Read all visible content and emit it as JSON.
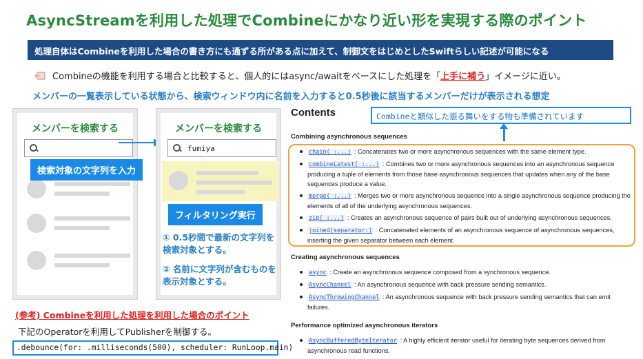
{
  "title": "AsyncStreamを利用した処理でCombineにかなり近い形を実現する際のポイント",
  "banner": "処理自体はCombineを利用した場合の書き方にも通ずる所がある点に加えて、制御文をはじめとしたSwiftらしい記述が可能になる",
  "note": {
    "before": "Combineの機能を利用する場合と比較すると、個人的にはasync/awaitをベースにした処理を「",
    "highlight": "上手に補う",
    "after": "」イメージに近い。"
  },
  "subnote": "メンバーの一覧表示している状態から、検索ウィンドウ内に名前を入力すると0.5秒後に該当するメンバーだけが表示される想定",
  "left_phone": {
    "title": "メンバーを検索する",
    "search_value": "",
    "label": "検索対象の文字列を入力"
  },
  "right_phone": {
    "title": "メンバーを検索する",
    "search_value": "fumiya",
    "label": "フィルタリング実行",
    "steps": [
      "① 0.5秒間で最新の文字列を検索対象とする。",
      "② 名前に文字列が含むものを表示対象とする。"
    ]
  },
  "reference": {
    "title": "(参考) Combineを利用した処理を利用した場合のポイント",
    "text": "下記のOperatorを利用してPublisherを制御する。",
    "code": ".debounce(for: .milliseconds(500), scheduler: RunLoop.main)"
  },
  "callout": "Combineと類似した振る舞いをする物も準備されています",
  "docs": {
    "heading": "Contents",
    "sections": [
      {
        "title": "Combining asynchronous sequences",
        "items": [
          {
            "code": "chain(_:...)",
            "text": " : Concatenates two or more asynchronous sequences with the same element type."
          },
          {
            "code": "combineLatest(_:...)",
            "text": " : Combines two or more asynchronous sequences into an asynchronous sequence producing a tuple of elements from those base asynchronous sequences that updates when any of the base sequences produce a value."
          },
          {
            "code": "merge(_:...)",
            "text": " : Merges two or more asynchronous sequence into a single asynchronous sequence producing the elements of all of the underlying asynchronous sequences."
          },
          {
            "code": "zip(_:...)",
            "text": " : Creates an asynchronous sequence of pairs built out of underlying asynchronous sequences."
          },
          {
            "code": "joined(separator:)",
            "text": " : Concatenated elements of an asynchronous sequence of asynchronous sequences, inserting the given separator between each element."
          }
        ]
      },
      {
        "title": "Creating asynchronous sequences",
        "items": [
          {
            "code": "async",
            "text": " : Create an asynchronous sequence composed from a synchronous sequence."
          },
          {
            "code": "AsyncChannel",
            "text": " : An asynchronous sequence with back pressure sending semantics."
          },
          {
            "code": "AsyncThrowingChannel",
            "text": " : An asynchronous sequence with back pressure sending semantics that can emit failures."
          }
        ]
      },
      {
        "title": "Performance optimized asynchronous iterators",
        "items": [
          {
            "code": "AsyncBufferedByteIterator",
            "text": " : A highly efficient iterator useful for iterating byte sequences derived from asynchronous read functions."
          }
        ]
      }
    ]
  },
  "colors": {
    "title_green": "#2a8a3e",
    "banner_navy": "#1d4b86",
    "accent_blue": "#1a8ae6",
    "highlight_red": "#e02020",
    "callout_orange": "#f0a03c",
    "filter_yellow": "#f7f4c0"
  }
}
